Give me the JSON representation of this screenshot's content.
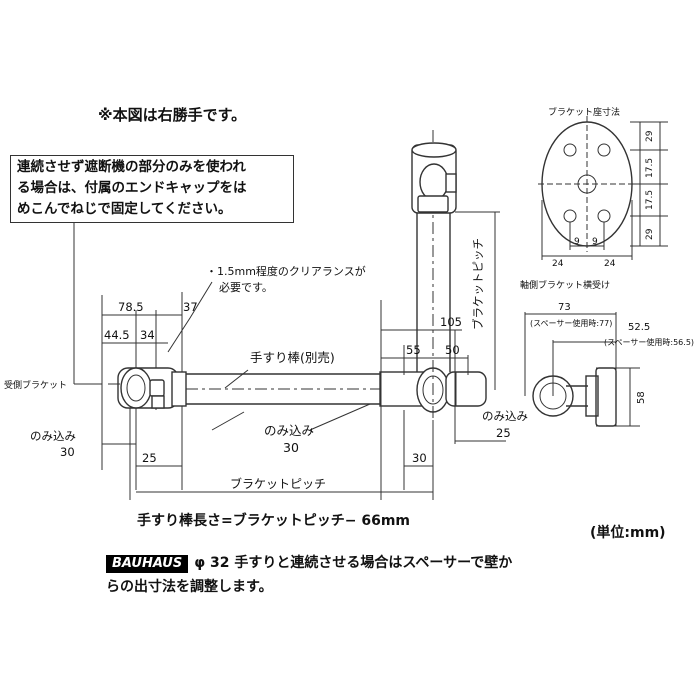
{
  "notes": {
    "right_hand": "※本図は右勝手です。",
    "box_lines": [
      "連続させず遮断機の部分のみを使われ",
      "る場合は、付属のエンドキャップをは",
      "めこんでねじで固定してください。"
    ],
    "clearance_lines": [
      "・1.5mm程度のクリアランスが",
      "必要です。"
    ],
    "formula": "手すり棒長さ=ブラケットピッチ− 66mm",
    "unit": "(単位:mm)",
    "brand": "BAUHAUS",
    "bottom_text": "φ 32 手すりと連続させる場合はスペーサーで壁からの出寸法を調整します。"
  },
  "labels": {
    "bracket_base_title": "ブラケット座寸法",
    "shaft_side_title": "軸側ブラケット横受け",
    "receiver_bracket": "受側ブラケット",
    "handrail_bar": "手すり棒(別売)",
    "insert_left": "のみ込み",
    "insert_mid": "のみ込み",
    "insert_right": "のみ込み",
    "bracket_pitch": "ブラケットピッチ",
    "bracket_pitch_vertical": "ブラケットピッチ",
    "spacer_77": "(スペーサー使用時:77)",
    "spacer_56": "(スペーサー使用時:56.5)"
  },
  "dims": {
    "d78_5": "78.5",
    "d37": "37",
    "d44_5": "44.5",
    "d34": "34",
    "d105": "105",
    "d55": "55",
    "d50": "50",
    "d30_left": "30",
    "d30_mid": "30",
    "d25_left": "25",
    "d30_right": "30",
    "d25_right": "25",
    "d29_top": "29",
    "d17_5_top": "17.5",
    "d17_5_bot": "17.5",
    "d29_bot": "29",
    "d9_left": "9",
    "d9_right": "9",
    "d24_left": "24",
    "d24_right": "24",
    "d73": "73",
    "d52_5": "52.5",
    "d58": "58"
  }
}
